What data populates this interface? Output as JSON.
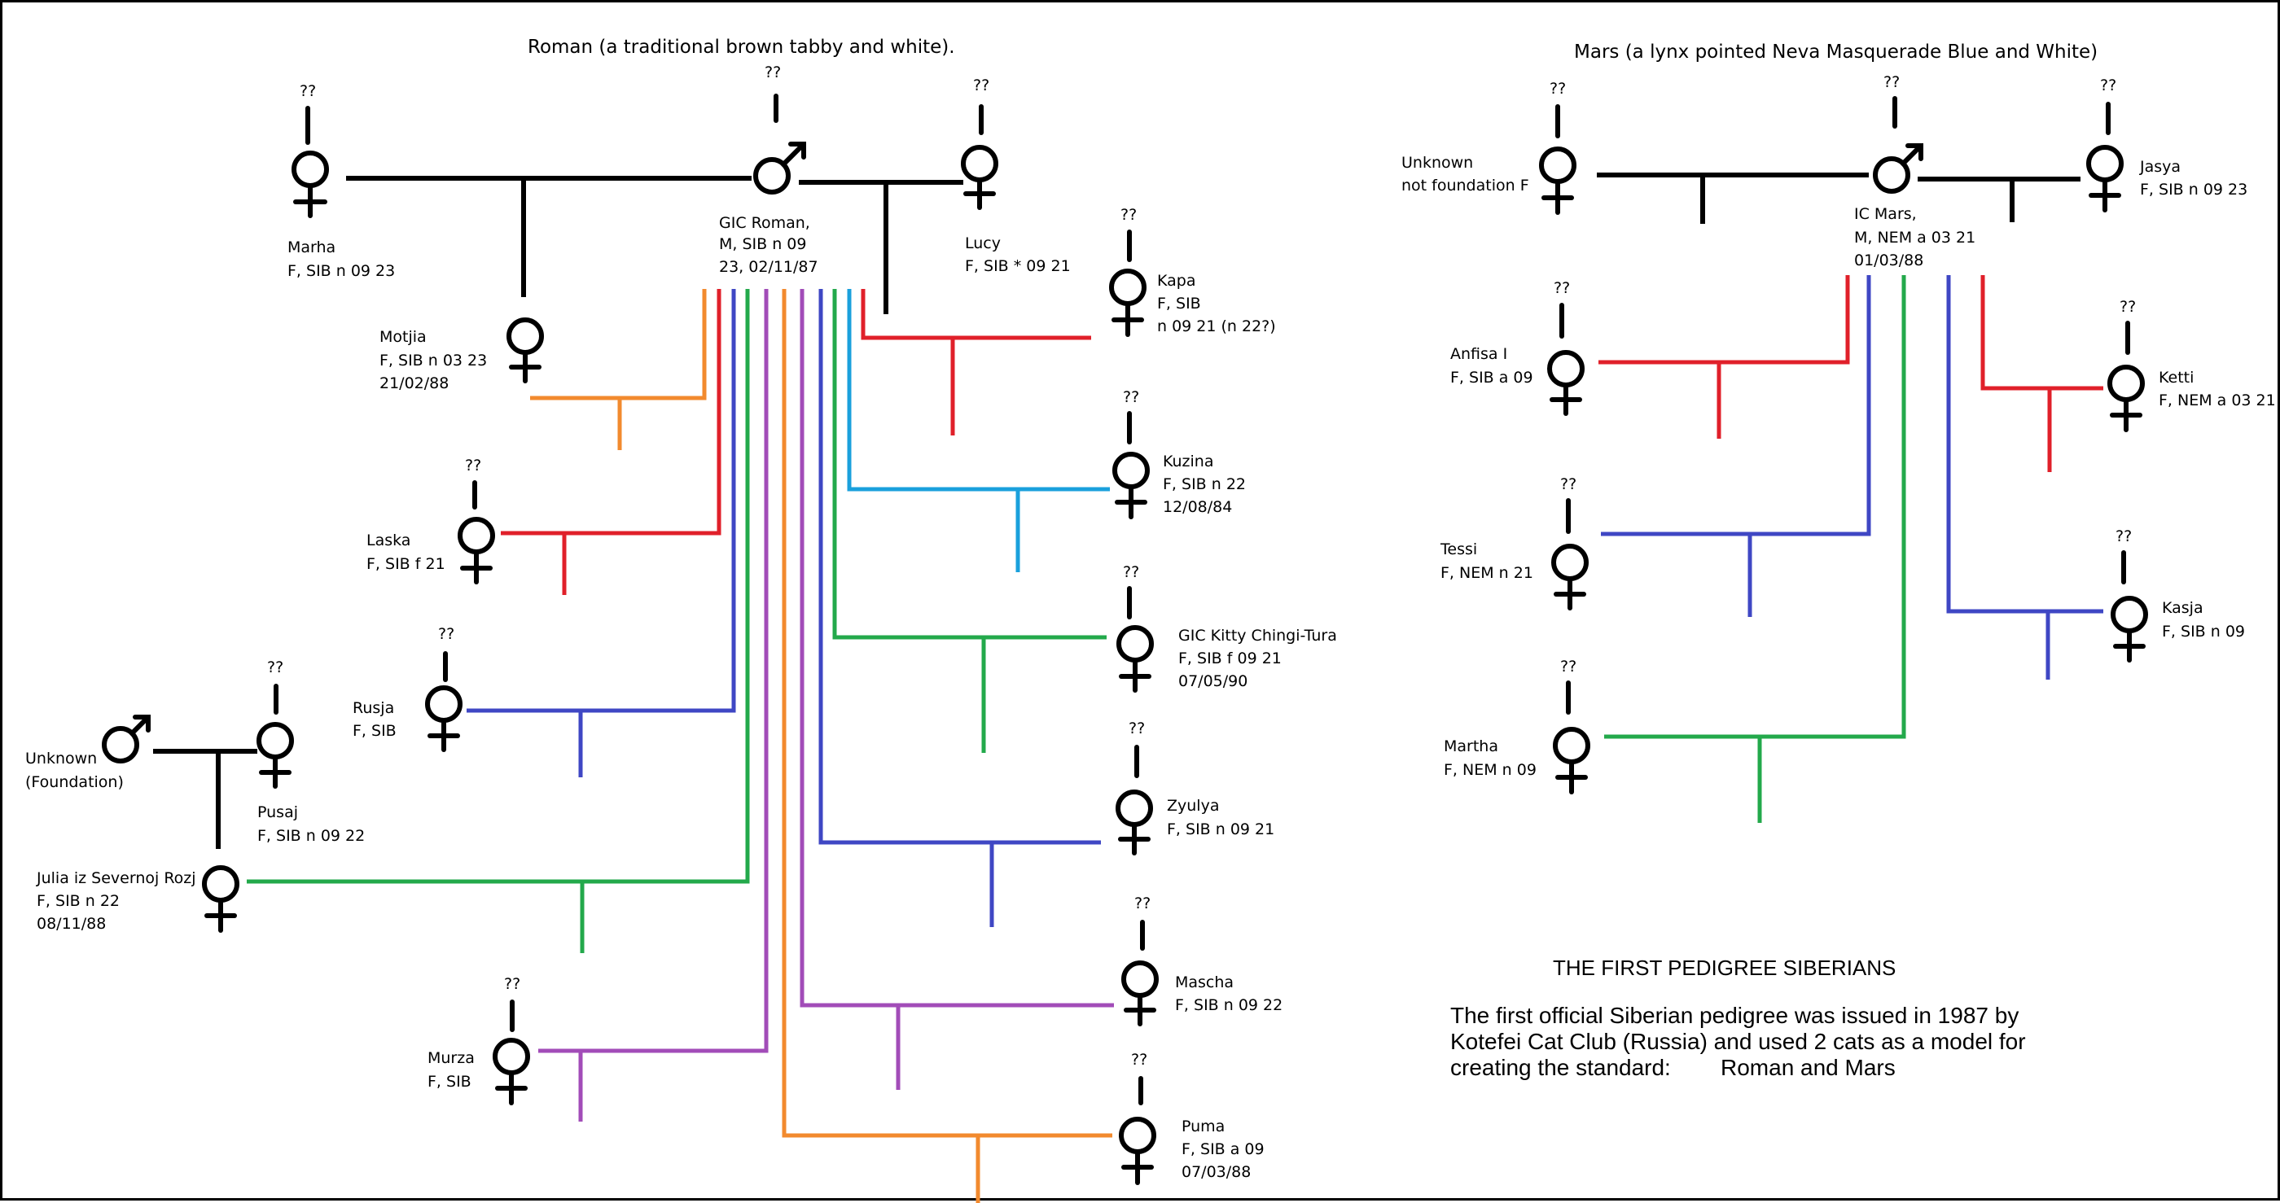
{
  "colors": {
    "black": "#000000",
    "red": "#e0202a",
    "orange": "#f28a2e",
    "green": "#23a94b",
    "blue": "#3f47c4",
    "purple": "#a24cb8",
    "cyan": "#1aa0dc"
  },
  "roman": {
    "title": "Roman (a traditional brown tabby and white).",
    "unknown_mark": "??",
    "roman_label": [
      "GIC Roman,",
      "M, SIB n 09",
      "23, 02/11/87"
    ],
    "marha": [
      "Marha",
      "F, SIB  n 09 23"
    ],
    "lucy": [
      "Lucy",
      "F, SIB * 09 21"
    ],
    "motjia": [
      "Motjia",
      "F, SIB n 03 23",
      "21/02/88"
    ],
    "laska": [
      "Laska",
      "F, SIB f 21"
    ],
    "rusja": [
      "Rusja",
      "F, SIB"
    ],
    "unknown_foundation": [
      "Unknown",
      "(Foundation)"
    ],
    "pusaj": [
      "Pusaj",
      "F, SIB n 09 22"
    ],
    "julia": [
      "Julia iz Severnoj Rozj",
      "F, SIB n 22",
      "08/11/88"
    ],
    "murza": [
      "Murza",
      "F, SIB"
    ],
    "kapa": [
      "Kapa",
      "F, SIB",
      "n 09 21 (n 22?)"
    ],
    "kuzina": [
      "Kuzina",
      "F, SIB n 22",
      "12/08/84"
    ],
    "kitty": [
      "GIC Kitty Chingi-Tura",
      "F, SIB f 09 21",
      "07/05/90"
    ],
    "zyulya": [
      "Zyulya",
      "F, SIB n 09 21"
    ],
    "mascha": [
      "Mascha",
      "F, SIB n 09 22"
    ],
    "puma": [
      "Puma",
      "F, SIB a 09",
      "07/03/88"
    ]
  },
  "mars": {
    "title": "Mars (a lynx pointed Neva Masquerade Blue and White)",
    "unknown_parent": [
      "Unknown",
      "not foundation  F"
    ],
    "mars_label": [
      "IC Mars,",
      "M, NEM a 03 21",
      "01/03/88"
    ],
    "jasya": [
      "Jasya",
      "F, SIB n 09 23"
    ],
    "anfisa": [
      "Anfisa I",
      "F, SIB a 09"
    ],
    "ketti": [
      "Ketti",
      "F, NEM a 03 21"
    ],
    "tessi": [
      "Tessi",
      "F, NEM n 21"
    ],
    "kasja": [
      "Kasja",
      "F, SIB n 09"
    ],
    "martha": [
      "Martha",
      "F, NEM n 09"
    ]
  },
  "caption": {
    "heading": "THE FIRST PEDIGREE SIBERIANS",
    "line1": "The first official Siberian pedigree was issued in 1987 by",
    "line2": "Kotefei Cat Club (Russia) and used 2 cats as a model for",
    "line3a": "creating the  standard:",
    "line3b": "Roman and Mars"
  }
}
